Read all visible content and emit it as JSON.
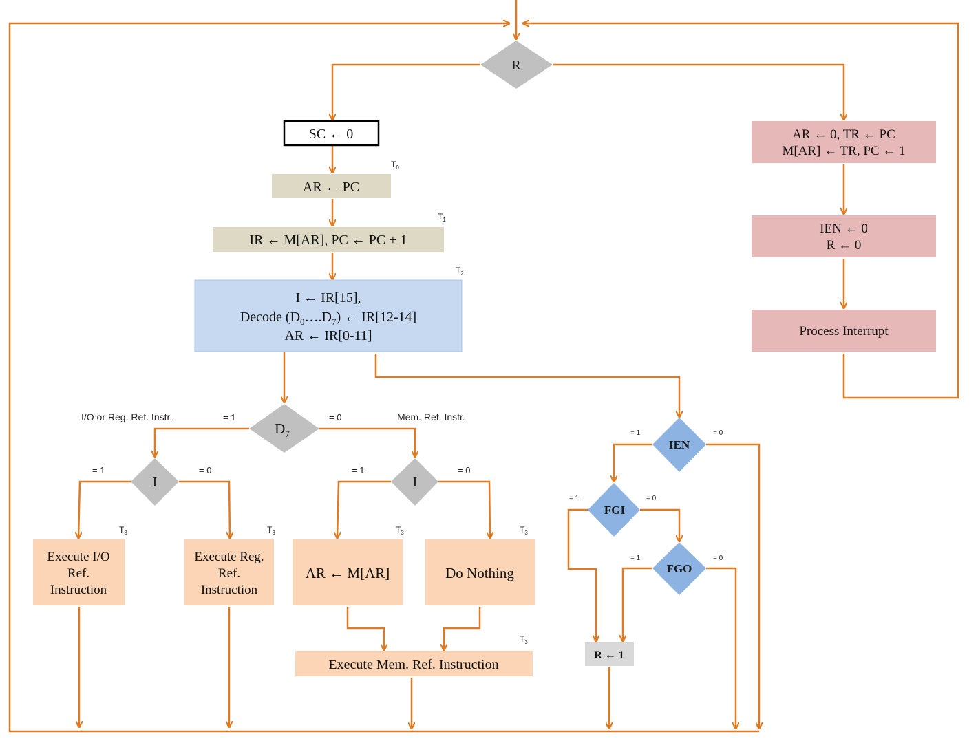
{
  "colors": {
    "line": "#e07b22",
    "gray_diamond": "#c0c0c0",
    "blue_diamond": "#8db3e2",
    "tan_box": "#ddd9c4",
    "blue_box": "#c6d9f0",
    "pink_box": "#e6b9b8",
    "peach_box": "#fbd5b5",
    "gray_box": "#d9d9d9"
  },
  "nodes": {
    "r_diamond": "R",
    "sc0": "SC ← 0",
    "ar_pc": "AR ← PC",
    "ir_fetch": "IR ← M[AR], PC ← PC + 1",
    "decode_l1": "I ← IR[15],",
    "decode_l2a": "Decode (D",
    "decode_sub0": "0",
    "decode_l2b": "….D",
    "decode_sub7": "7",
    "decode_l2c": ") ← IR[12-14]",
    "decode_l3": "AR ← IR[0-11]",
    "int_l1": "AR ← 0, TR ← PC",
    "int_l2": "M[AR] ← TR, PC ← 1",
    "ien_l1": "IEN ← 0",
    "ien_l2": "R ← 0",
    "process_interrupt": "Process Interrupt",
    "d7": "D",
    "d7_sub": "7",
    "i_left": "I",
    "i_right": "I",
    "exec_io_l1": "Execute I/O",
    "exec_io_l2": "Ref.",
    "exec_io_l3": "Instruction",
    "exec_reg_l1": "Execute Reg.",
    "exec_reg_l2": "Ref.",
    "exec_reg_l3": "Instruction",
    "ar_mar": "AR ← M[AR]",
    "do_nothing": "Do Nothing",
    "exec_mem": "Execute Mem. Ref. Instruction",
    "ien": "IEN",
    "fgi": "FGI",
    "fgo": "FGO",
    "r1": "R ← 1"
  },
  "timing": {
    "t0": {
      "main": "T",
      "sub": "0"
    },
    "t1": {
      "main": "T",
      "sub": "1"
    },
    "t2": {
      "main": "T",
      "sub": "2"
    },
    "t3a": {
      "main": "T",
      "sub": "3"
    },
    "t3b": {
      "main": "T",
      "sub": "3"
    },
    "t3c": {
      "main": "T",
      "sub": "3"
    },
    "t3d": {
      "main": "T",
      "sub": "3"
    },
    "t3e": {
      "main": "T",
      "sub": "3"
    }
  },
  "labels": {
    "io_reg_instr": "I/O or Reg. Ref. Instr.",
    "mem_ref_instr": "Mem. Ref. Instr.",
    "d7_eq1": "= 1",
    "d7_eq0": "= 0",
    "il_eq1": "= 1",
    "il_eq0": "= 0",
    "ir_eq1": "= 1",
    "ir_eq0": "= 0",
    "ien_eq1": "= 1",
    "ien_eq0": "= 0",
    "fgi_eq1": "= 1",
    "fgi_eq0": "= 0",
    "fgo_eq1": "= 1",
    "fgo_eq0": "= 0"
  }
}
